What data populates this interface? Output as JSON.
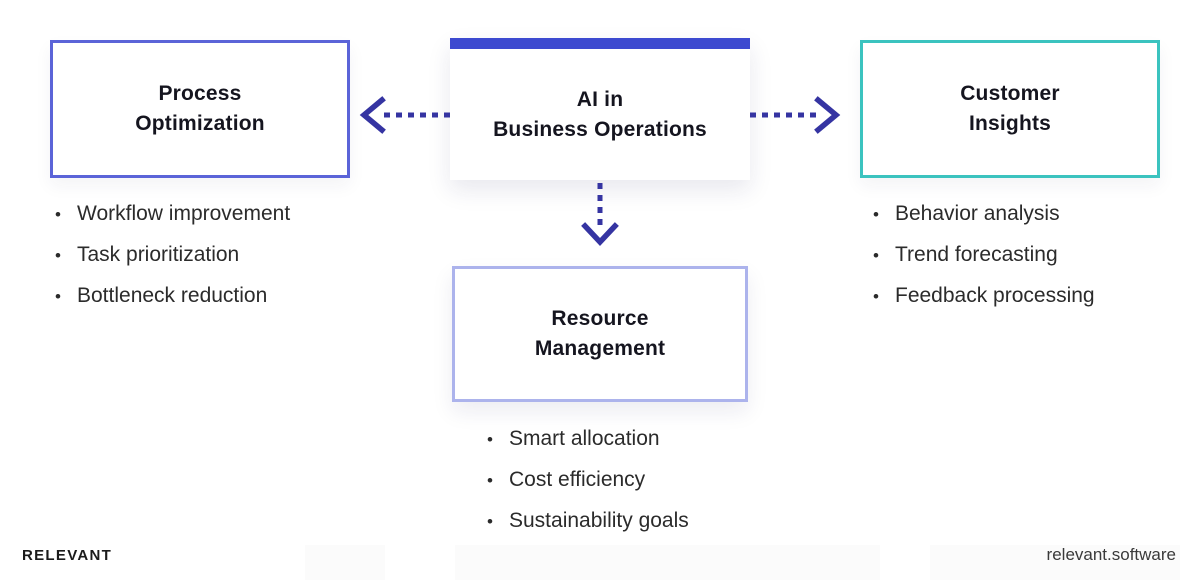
{
  "page": {
    "background": "#ffffff"
  },
  "diagram": {
    "arrow_color": "#3534A2",
    "center_node": {
      "title_line1": "AI in",
      "title_line2": "Business Operations",
      "accent_bar_color": "#3D4AD0"
    },
    "nodes": [
      {
        "title_line1": "Process",
        "title_line2": "Optimization",
        "border_color": "#5B64D8",
        "bullets": [
          "Workflow improvement",
          "Task prioritization",
          "Bottleneck reduction"
        ]
      },
      {
        "title_line1": "Customer",
        "title_line2": "Insights",
        "border_color": "#3BC3BF",
        "bullets": [
          "Behavior analysis",
          "Trend forecasting",
          "Feedback processing"
        ]
      },
      {
        "title_line1": "Resource",
        "title_line2": "Management",
        "border_color": "#ACB3EC",
        "bullets": [
          "Smart allocation",
          "Cost efficiency",
          "Sustainability goals"
        ]
      }
    ]
  },
  "footer": {
    "brand": "RELEVANT",
    "website": "relevant.software"
  }
}
